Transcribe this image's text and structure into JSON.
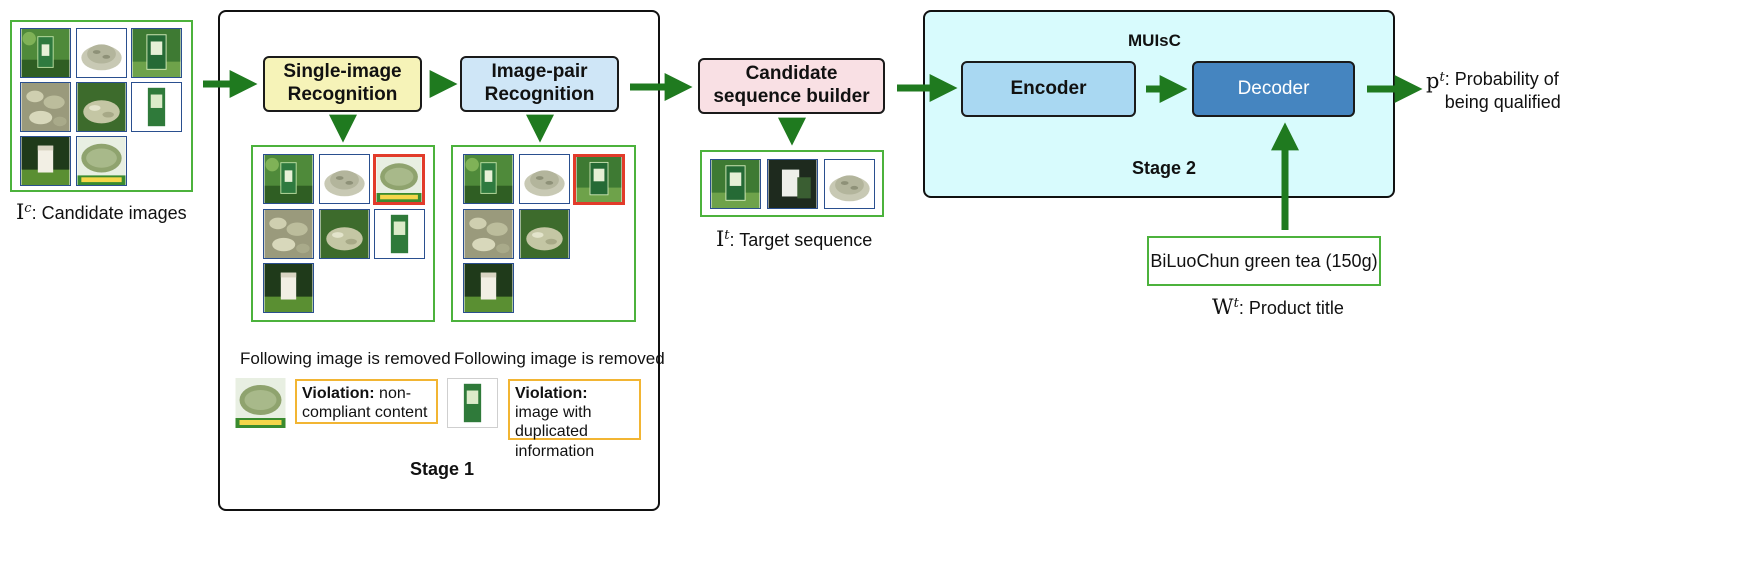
{
  "candidate": {
    "label_sym": "I",
    "label_sup": "c",
    "label_text": ": Candidate images"
  },
  "stage1": {
    "single_label": "Single-image Recognition",
    "pair_label": "Image-pair Recognition",
    "removed_left": "Following image is removed",
    "removed_right": "Following image is removed",
    "violation_left_bold": "Violation:",
    "violation_left_text": " non-compliant content",
    "violation_right_bold": "Violation:",
    "violation_right_text": " image with duplicated information",
    "title": "Stage 1"
  },
  "builder": {
    "label": "Candidate sequence builder",
    "target_sym": "I",
    "target_sup": "t",
    "target_text": ": Target sequence"
  },
  "stage2": {
    "model": "MUIsC",
    "encoder": "Encoder",
    "decoder": "Decoder",
    "title": "Stage 2"
  },
  "title_box": {
    "text": "BiLuoChun green tea (150g)",
    "sym": "W",
    "sup": "t",
    "label_text": ": Product title"
  },
  "output": {
    "sym": "p",
    "sup": "t",
    "label_text": ": Probability of being qualified"
  },
  "colors": {
    "arrow": "#1f7a1f",
    "green_frame": "#4cb23c",
    "yellow_box": "#f6f3b8",
    "blue_box": "#cfe6f7",
    "pink_box": "#f9e0e4",
    "stage2_bg": "#d8fbfd",
    "encoder": "#a9d8f2",
    "decoder": "#4585c0",
    "violation_border": "#f2b533",
    "removed_border": "#e23b2a"
  }
}
